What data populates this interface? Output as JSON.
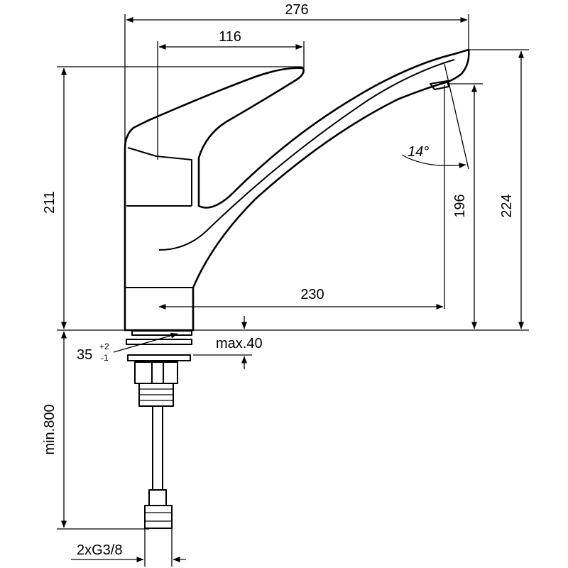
{
  "dimensions": {
    "overall_reach": "276",
    "lever_length": "116",
    "body_height": "211",
    "spout_projection": "230",
    "spout_outlet_height": "196",
    "overall_height": "224",
    "spout_angle": "14°",
    "mounting_hole_base": "35",
    "mounting_hole_tol_plus": "+2",
    "mounting_hole_tol_minus": "-1",
    "max_deck_thickness": "max.40",
    "supply_hose_length": "min.800",
    "connection": "2xG3/8"
  }
}
